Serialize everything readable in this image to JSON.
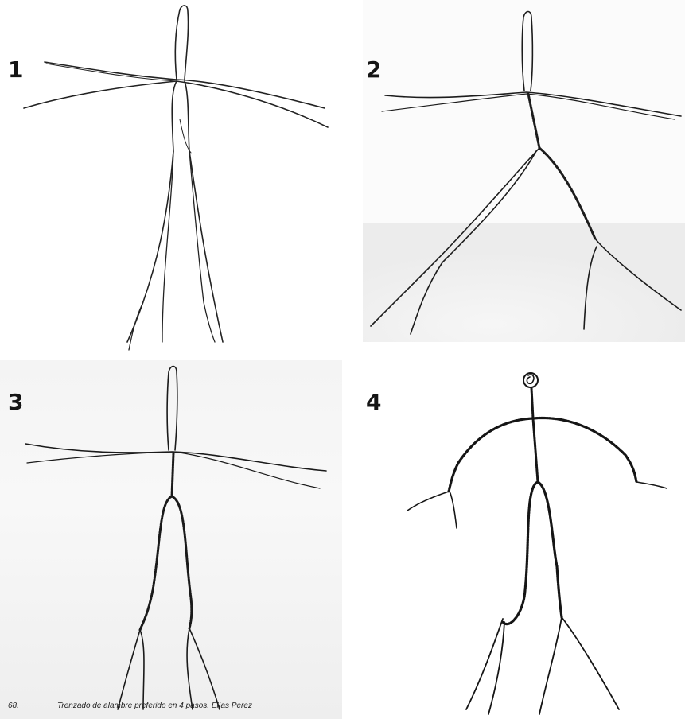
{
  "steps": [
    {
      "label": "1"
    },
    {
      "label": "2"
    },
    {
      "label": "3"
    },
    {
      "label": "4"
    }
  ],
  "caption": {
    "number": "68.",
    "text": "Trenzado de alambre preferido en 4 pasos. Elías Perez"
  },
  "colors": {
    "wire": "#222222",
    "background": "#ffffff"
  }
}
